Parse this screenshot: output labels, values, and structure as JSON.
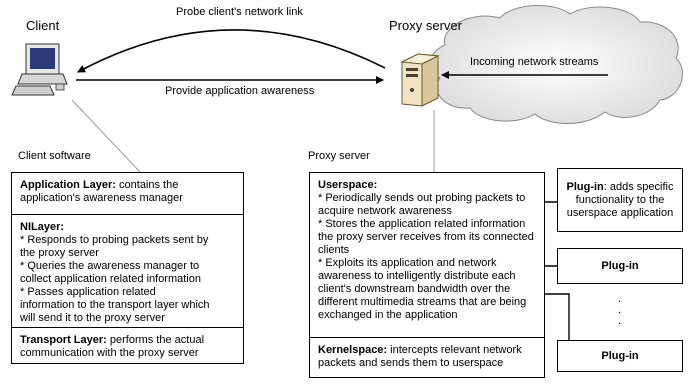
{
  "top": {
    "client_label": "Client",
    "proxy_label": "Proxy server",
    "probe_label": "Probe client's network link",
    "awareness_label": "Provide application awareness",
    "incoming_label": "Incoming network streams"
  },
  "client_software": {
    "heading": "Client software",
    "application_layer": {
      "title": "Application Layer:",
      "text": " contains the application's awareness manager"
    },
    "nilayer": {
      "title": "NILayer:",
      "lines": [
        "* Responds to probing packets sent by the proxy server",
        "* Queries the awareness manager to collect application related information",
        "* Passes application related information to the transport layer which will send it to the proxy server"
      ]
    },
    "transport_layer": {
      "title": "Transport Layer:",
      "text": " performs the actual communication with the proxy server"
    }
  },
  "proxy_server": {
    "heading": "Proxy server",
    "userspace": {
      "title": "Userspace:",
      "lines": [
        "* Periodically sends out probing packets to acquire network awareness",
        "* Stores the application related information the proxy server receives from its connected clients",
        "* Exploits its application and network awareness to intelligently distribute each client's downstream bandwidth over the different multimedia streams that are being exchanged in the application"
      ]
    },
    "kernelspace": {
      "title": "Kernelspace:",
      "text": " intercepts relevant network packets and sends them to userspace"
    }
  },
  "plugins": {
    "plugin1_title": "Plug-in",
    "plugin1_text": ": adds specific functionality to the userspace application",
    "plugin2": "Plug-in",
    "plugin3": "Plug-in",
    "ellipsis": ".\n.\n."
  }
}
